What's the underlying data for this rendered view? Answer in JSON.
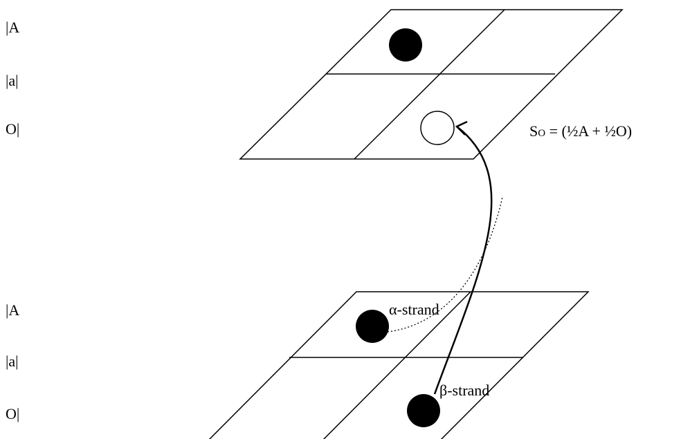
{
  "top_labels": [
    "|A",
    "|a|",
    "O|"
  ],
  "bottom_labels": [
    "|A",
    "|a|",
    "O|"
  ],
  "equation": {
    "s": "S",
    "sub": "O",
    "rhs": " = (½A + ½O)"
  },
  "strands": {
    "alpha": "α-strand",
    "beta": "β-strand"
  }
}
